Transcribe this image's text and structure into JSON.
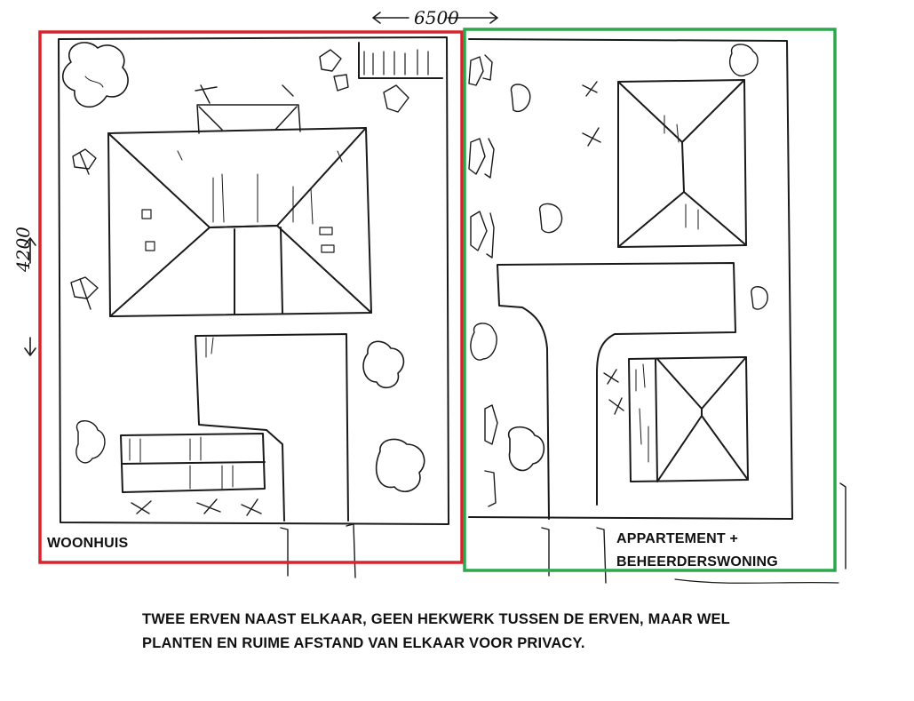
{
  "labels": {
    "woonhuis": "WOONHUIS",
    "appartement_line1": "APPARTEMENT +",
    "appartement_line2": "BEHEERDERSWONING",
    "caption_line1": "TWEE ERVEN NAAST ELKAAR, GEEN HEKWERK TUSSEN DE ERVEN, MAAR WEL",
    "caption_line2": "PLANTEN EN RUIME AFSTAND VAN ELKAAR VOOR PRIVACY."
  },
  "dimensions": {
    "width": "6500",
    "height": "4200"
  },
  "colors": {
    "woonhuis_frame": "#d9232d",
    "appartement_frame": "#2aa84a",
    "ink": "#1a1a1a",
    "background": "#ffffff"
  }
}
